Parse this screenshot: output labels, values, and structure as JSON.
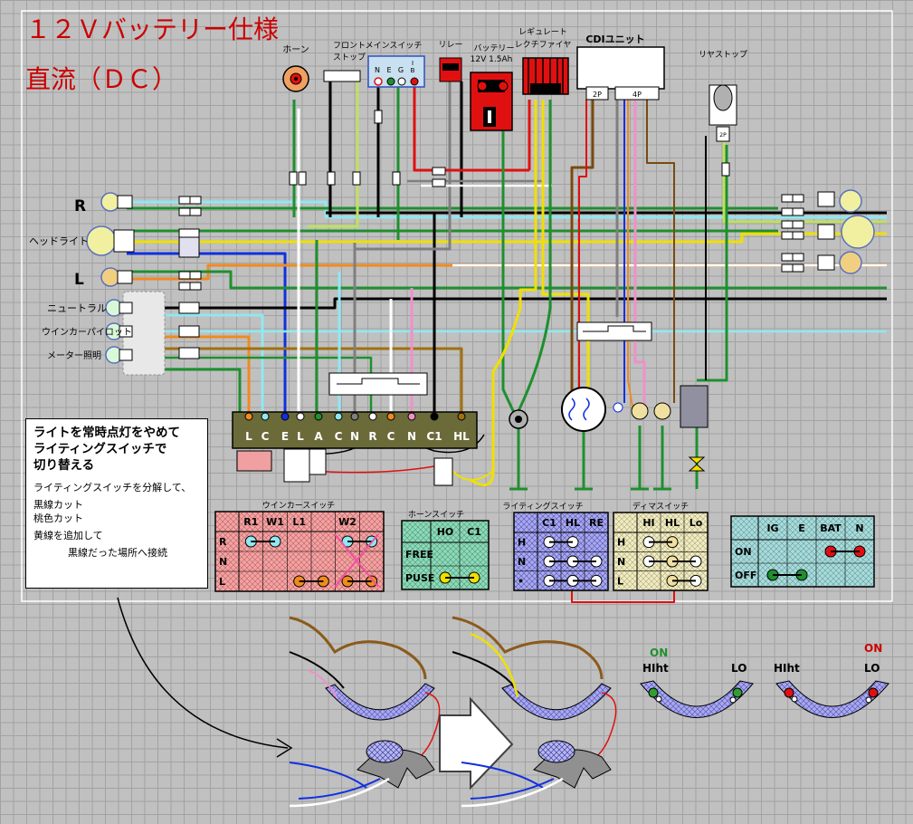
{
  "title": "１２Ｖバッテリー仕様",
  "subtitle": "直流（ＤＣ）",
  "components": {
    "horn": "ホーン",
    "front_stop": [
      "フロント",
      "ストップ"
    ],
    "main_switch": "メインスイッチ",
    "main_switch_terminals": [
      "N",
      "E",
      "G",
      "I",
      "B"
    ],
    "relay": "リレー",
    "battery": [
      "バッテリー",
      "12V 1.5Ah"
    ],
    "regulator": [
      "レギュレート",
      "レクチファイヤ"
    ],
    "cdi": "CDIユニット",
    "cdi_2p": "2P",
    "cdi_4p": "4P",
    "rear_stop": "リヤストップ",
    "rear_stop_connector": "2P"
  },
  "left_labels": {
    "r": "R",
    "headlight": "ヘッドライト",
    "l": "L",
    "neutral": "ニュートラル",
    "winker_pilot": "ウインカーパイロット",
    "meter_light": "メーター照明"
  },
  "connector_labels": [
    "L",
    "C",
    "E",
    "L",
    "A",
    "C",
    "N",
    "R",
    "C",
    "N",
    "C1",
    "HL"
  ],
  "switch_tables": {
    "winker": {
      "title": "ウインカースイッチ",
      "columns": [
        "R1",
        "W1",
        "L1",
        "",
        "W2",
        ""
      ],
      "rows": [
        "R",
        "N",
        "L"
      ]
    },
    "horn": {
      "title": "ホーンスイッチ",
      "columns": [
        "HO",
        "C1"
      ],
      "rows": [
        "FREE",
        "PUSE"
      ]
    },
    "lighting": {
      "title": "ライティングスイッチ",
      "columns": [
        "C1",
        "HL",
        "RE"
      ],
      "rows": [
        "H",
        "N",
        "•"
      ]
    },
    "dimmer": {
      "title": "ディマスイッチ",
      "columns": [
        "HI",
        "HL",
        "Lo"
      ],
      "rows": [
        "H",
        "N",
        "L"
      ]
    },
    "main": {
      "columns": [
        "IG",
        "E",
        "BAT",
        "N"
      ],
      "rows": [
        "ON",
        "OFF"
      ]
    }
  },
  "note": {
    "line1": "ライトを常時点灯をやめて",
    "line2": "ライティングスイッチで",
    "line3": "切り替える",
    "line4": "ライティングスイッチを分解して、",
    "line5": "黒線カット",
    "line6": "桃色カット",
    "line7": "黄線を追加して",
    "line8": "黒線だった場所へ接続"
  },
  "switch_pics": {
    "on_label": "ON",
    "left_label": "HIht",
    "right_label": "LO"
  },
  "colors": {
    "title": "#cc0000",
    "white": "#ffffff",
    "lightblue": "#8fe8f0",
    "blue": "#1030e0",
    "green": "#1f8f2f",
    "orange": "#f08a20",
    "black": "#000000",
    "yellow": "#f0e000",
    "brown": "#7a4a10",
    "pink": "#f090c8",
    "red": "#e01010",
    "gray": "#7f7f7f"
  }
}
